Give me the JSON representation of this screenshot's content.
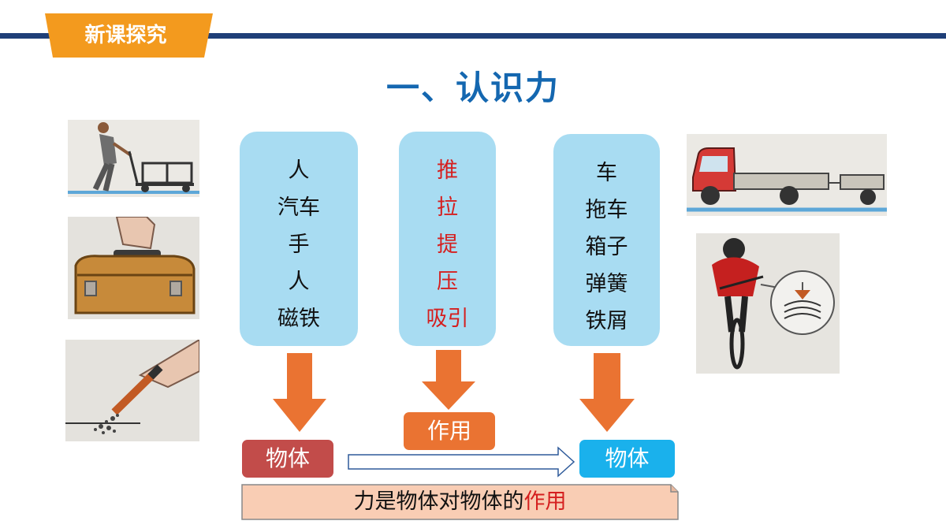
{
  "header": {
    "section_tag": "新课探究",
    "title": "一、认识力"
  },
  "columns": {
    "subjects": [
      "人",
      "汽车",
      "手",
      "人",
      "磁铁"
    ],
    "actions": [
      "推",
      "拉",
      "提",
      "压",
      "吸引"
    ],
    "objects": [
      "车",
      "拖车",
      "箱子",
      "弹簧",
      "铁屑"
    ]
  },
  "labels": {
    "left_object": "物体",
    "interaction": "作用",
    "right_object": "物体"
  },
  "conclusion": {
    "prefix": "力是物体对物体的",
    "highlight": "作用"
  },
  "colors": {
    "header_bar": "#1f3f78",
    "tag": "#f39a1e",
    "title": "#1467b0",
    "box": "#a8dcf2",
    "arrow": "#ea7332",
    "left_object": "#c24c4a",
    "right_object": "#1ab1ec",
    "conclusion_bg": "#f9cdb4",
    "highlight": "#d51f1f"
  }
}
